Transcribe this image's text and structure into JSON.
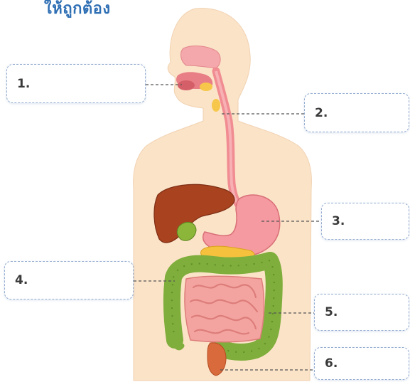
{
  "title": "ให้ถูกต้อง",
  "labels": [
    {
      "number": "1."
    },
    {
      "number": "2."
    },
    {
      "number": "3."
    },
    {
      "number": "4."
    },
    {
      "number": "5."
    },
    {
      "number": "6."
    }
  ],
  "colors": {
    "skin": "#fbe3c8",
    "esophagus": "#f08c92",
    "liver": "#a8421f",
    "stomach": "#f59aa0",
    "pancreas": "#f6c23e",
    "small_intestine": "#f4a4a0",
    "large_intestine": "#7fae3c",
    "gallbladder": "#8cb63a",
    "rectum": "#d86a3c"
  }
}
